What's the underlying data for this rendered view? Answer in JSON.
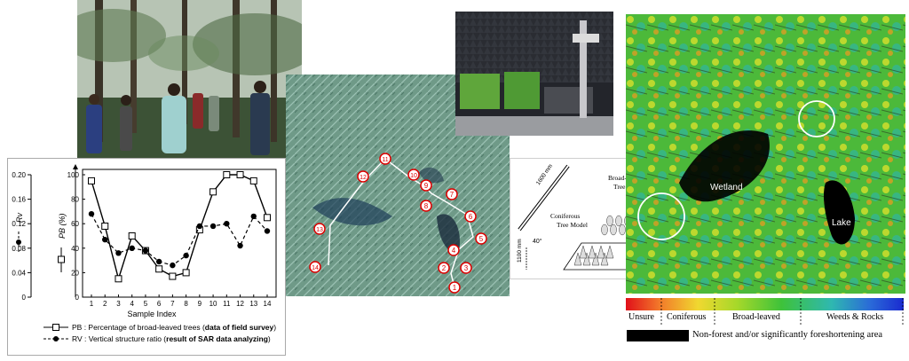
{
  "chart": {
    "ylabel_left": "Rv",
    "ylabel_right": "PB (%)",
    "xlabel": "Sample Index",
    "legend": [
      {
        "prefix": "PB : Percentage of broad-leaved trees (",
        "bold": "data of field survey",
        "suffix": ")"
      },
      {
        "prefix": "RV : Vertical structure ratio (",
        "bold": "result of SAR data analyzing",
        "suffix": ")"
      }
    ]
  },
  "chart_data": {
    "type": "line",
    "x": [
      1,
      2,
      3,
      4,
      5,
      6,
      7,
      8,
      9,
      10,
      11,
      12,
      13,
      14
    ],
    "series": [
      {
        "name": "PB : Percentage of broad-leaved trees (data of field survey)",
        "axis": "right",
        "values": [
          95,
          58,
          15,
          50,
          38,
          23,
          17,
          20,
          55,
          86,
          100,
          100,
          95,
          65
        ]
      },
      {
        "name": "RV : Vertical structure ratio (result of SAR data analyzing)",
        "axis": "left",
        "values": [
          0.136,
          0.094,
          0.072,
          0.08,
          0.076,
          0.058,
          0.052,
          0.068,
          0.116,
          0.116,
          0.12,
          0.084,
          0.132,
          0.108
        ]
      }
    ],
    "xlabel": "Sample Index",
    "ylabel": "Rv",
    "ylabel_right": "PB (%)",
    "ylim": [
      0,
      0.2
    ],
    "ylim_right": [
      0,
      100
    ],
    "yticks_left": [
      "0",
      "0.04",
      "0.08",
      "0.12",
      "0.16",
      "0.20"
    ],
    "yticks_right": [
      "0",
      "20",
      "40",
      "60",
      "80",
      "100"
    ]
  },
  "sar": {
    "points": [
      "1",
      "2",
      "3",
      "4",
      "5",
      "6",
      "7",
      "8",
      "9",
      "10",
      "11",
      "12",
      "13",
      "14"
    ]
  },
  "diagram": {
    "length_label": "1600 mm",
    "height_label": "1100 mm",
    "angle_label": "40°",
    "broadleaf_label": "Broad-leaved\nTree Model",
    "conifer_label": "Coniferous\nTree Model"
  },
  "map": {
    "wetland": "Wetland",
    "lake": "Lake"
  },
  "colorbar": {
    "labels": [
      "Unsure",
      "Coniferous",
      "Broad-leaved",
      "Weeds & Rocks"
    ],
    "legend": "Non-forest and/or significantly foreshortening area"
  }
}
